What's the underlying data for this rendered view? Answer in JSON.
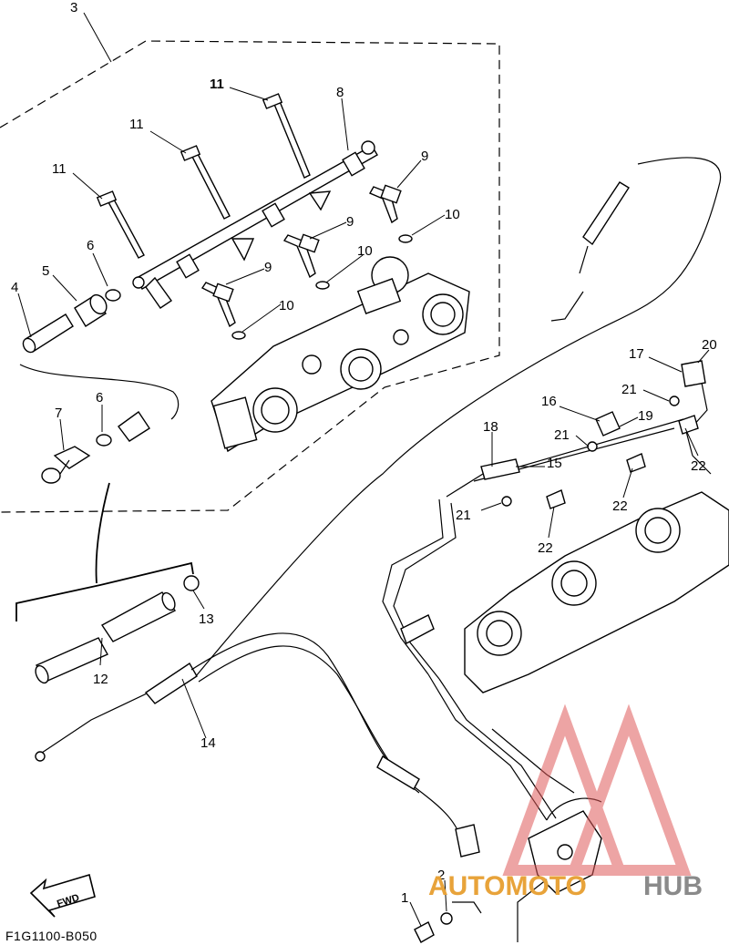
{
  "diagram": {
    "code": "F1G1100-B050",
    "fwd_label": "FWD",
    "callouts": [
      "1",
      "2",
      "3",
      "4",
      "5",
      "6",
      "6",
      "7",
      "8",
      "9",
      "9",
      "9",
      "10",
      "10",
      "10",
      "11",
      "11",
      "11",
      "12",
      "13",
      "14",
      "15",
      "16",
      "17",
      "18",
      "19",
      "20",
      "21",
      "21",
      "21",
      "22",
      "22",
      "22"
    ]
  },
  "watermark": {
    "left": "AUTOMOTO",
    "right": "HUB",
    "color_main": "#e8a33a",
    "color_alt": "#8a8a8a",
    "logo_color": "#e05a5a"
  }
}
